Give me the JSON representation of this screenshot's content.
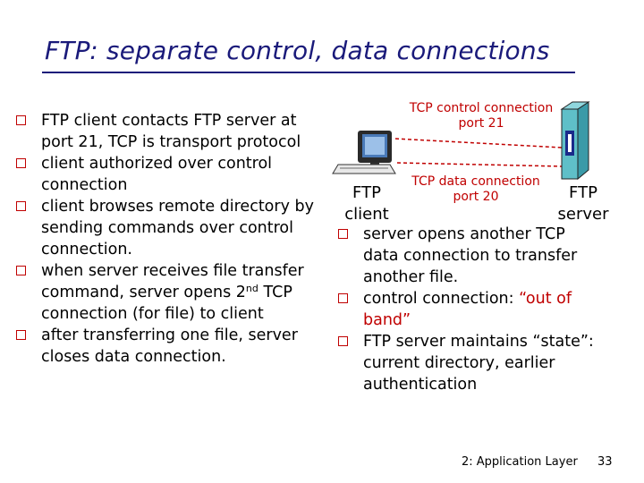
{
  "title": "FTP: separate control, data connections",
  "left_bullets": [
    {
      "text": "FTP client contacts FTP server at port 21, TCP is transport protocol"
    },
    {
      "text": "client authorized over control connection"
    },
    {
      "text": "client browses remote directory by sending commands over control connection."
    },
    {
      "before": "when server receives  file transfer command, server opens 2",
      "sup": "nd",
      "after": " TCP connection (for file) to client"
    },
    {
      "text": "after transferring one file, server closes data connection."
    }
  ],
  "right_bullets": [
    {
      "text": "server opens another TCP data connection to transfer another file."
    },
    {
      "before": "control connection: ",
      "red": "“out of band”"
    },
    {
      "text": "FTP server maintains “state”: current directory, earlier authentication"
    }
  ],
  "diagram": {
    "control_label": [
      "TCP control connection",
      "port 21"
    ],
    "data_label": [
      "TCP data connection",
      "port 20"
    ],
    "client_label": [
      "FTP",
      "client"
    ],
    "server_label": [
      "FTP",
      "server"
    ]
  },
  "footer": {
    "section": "2: Application Layer",
    "page": "33"
  },
  "colors": {
    "title": "#1a1a7a",
    "accent_red": "#c00000",
    "server_teal": "#5fbfc8"
  }
}
